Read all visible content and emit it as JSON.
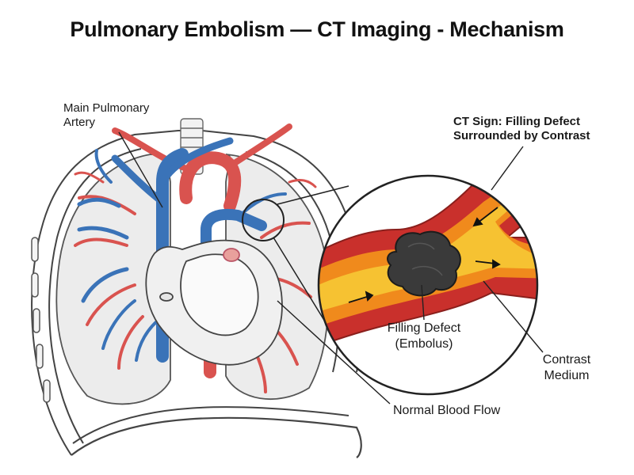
{
  "title": "Pulmonary Embolism — CT Imaging - Mechanism",
  "labels": {
    "main_artery_line1": "Main Pulmonary",
    "main_artery_line2": "Artery",
    "ct_sign_line1": "CT Sign: Filling Defect",
    "ct_sign_line2": "Surrounded by Contrast",
    "filling_defect_line1": "Filling Defect",
    "filling_defect_line2": "(Embolus)",
    "contrast_line1": "Contrast",
    "contrast_line2": "Medium",
    "normal_flow": "Normal Blood Flow"
  },
  "colors": {
    "artery_blue": "#3a73b8",
    "vessel_red": "#d9534f",
    "contrast_yellow": "#f6c232",
    "contrast_orange": "#f08a1c",
    "vessel_wall": "#c9302c",
    "embolus": "#3a3a3a",
    "outline": "#333333",
    "lung_fill": "#eeeeee"
  }
}
